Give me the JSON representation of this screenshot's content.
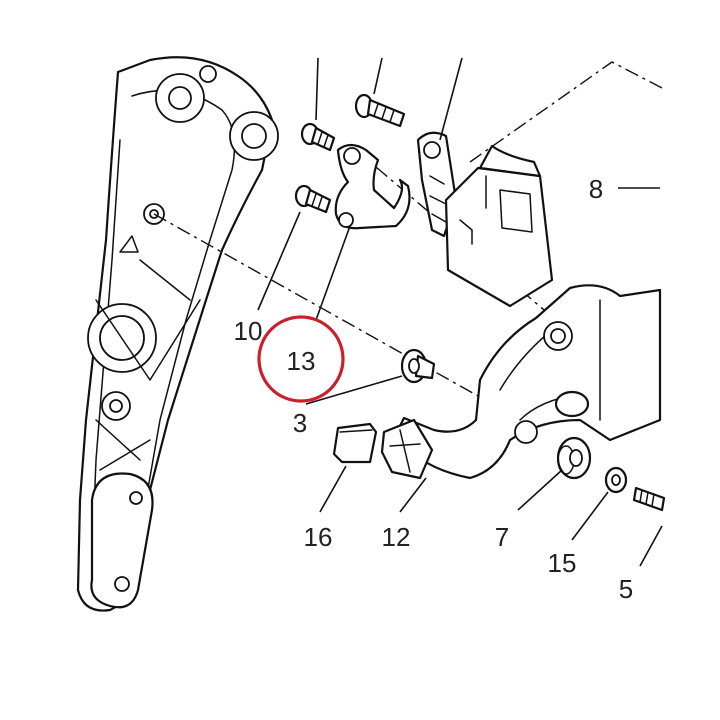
{
  "colors": {
    "line": "#111111",
    "label": "#222222",
    "highlight": "#cc1f2d",
    "background": "#ffffff"
  },
  "callouts": {
    "c8": "8",
    "c10": "10",
    "c13": "13",
    "c3": "3",
    "c16": "16",
    "c12": "12",
    "c7": "7",
    "c15": "15",
    "c5": "5"
  },
  "highlighted_callout": "13"
}
